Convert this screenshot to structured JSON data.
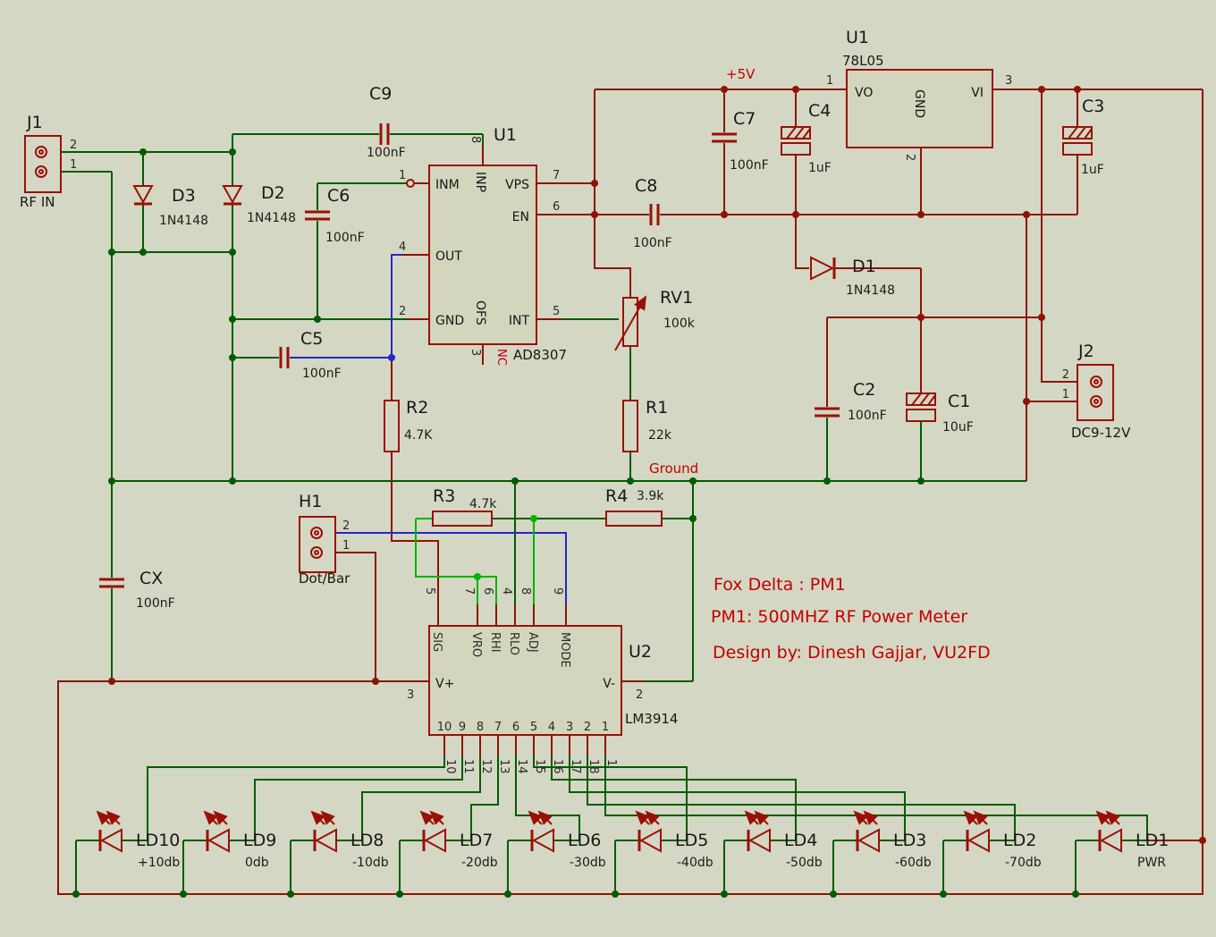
{
  "colors": {
    "background": "#d4d7c3",
    "wire_green": "#005c00",
    "wire_red": "#8e1305",
    "wire_blue": "#2626c9",
    "wire_bright_green": "#00b400",
    "component_red": "#9a1006",
    "text_black": "#181818",
    "text_red": "#c10000"
  },
  "t": {
    "plus5v": "+5V",
    "ground": "Ground",
    "title1": "Fox Delta :  PM1",
    "title2": "PM1: 500MHZ RF Power Meter",
    "title3": "Design by: Dinesh Gajjar, VU2FD"
  },
  "c": {
    "j1": {
      "ref": "J1",
      "sub": "RF IN",
      "p1": "1",
      "p2": "2"
    },
    "j2": {
      "ref": "J2",
      "sub": "DC9-12V",
      "p1": "1",
      "p2": "2"
    },
    "h1": {
      "ref": "H1",
      "sub": "Dot/Bar",
      "p1": "1",
      "p2": "2"
    },
    "d1": {
      "ref": "D1",
      "val": "1N4148"
    },
    "d2": {
      "ref": "D2",
      "val": "1N4148"
    },
    "d3": {
      "ref": "D3",
      "val": "1N4148"
    },
    "c1": {
      "ref": "C1",
      "val": "10uF"
    },
    "c2": {
      "ref": "C2",
      "val": "100nF"
    },
    "c3": {
      "ref": "C3",
      "val": "1uF"
    },
    "c4": {
      "ref": "C4",
      "val": "1uF"
    },
    "c5": {
      "ref": "C5",
      "val": "100nF"
    },
    "c6": {
      "ref": "C6",
      "val": "100nF"
    },
    "c7": {
      "ref": "C7",
      "val": "100nF"
    },
    "c8": {
      "ref": "C8",
      "val": "100nF"
    },
    "c9": {
      "ref": "C9",
      "val": "100nF"
    },
    "cx": {
      "ref": "CX",
      "val": "100nF"
    },
    "r1": {
      "ref": "R1",
      "val": "22k"
    },
    "r2": {
      "ref": "R2",
      "val": "4.7K"
    },
    "r3": {
      "ref": "R3",
      "val": "4.7k"
    },
    "r4": {
      "ref": "R4",
      "val": "3.9k"
    },
    "rv1": {
      "ref": "RV1",
      "val": "100k"
    }
  },
  "u8307": {
    "ref": "U1",
    "part": "AD8307",
    "nc": "NC",
    "n1": "1",
    "n2": "2",
    "n3": "3",
    "n4": "4",
    "n5": "5",
    "n6": "6",
    "n7": "7",
    "n8": "8",
    "inm": "INM",
    "inp": "INP",
    "vps": "VPS",
    "en": "EN",
    "out": "OUT",
    "gnd": "GND",
    "ofs": "OFS",
    "int": "INT"
  },
  "u78": {
    "ref": "U1",
    "part": "78L05",
    "n1": "1",
    "n2": "2",
    "n3": "3",
    "vo": "VO",
    "vi": "VI",
    "gnd": "GND"
  },
  "u2": {
    "ref": "U2",
    "part": "LM3914",
    "n2": "2",
    "n3": "3",
    "vplus": "V+",
    "vminus": "V-",
    "top_nums": [
      "5",
      "7",
      "6",
      "4",
      "8",
      "9"
    ],
    "top_names": [
      "SIG",
      "VRO",
      "RHI",
      "RLO",
      "ADJ",
      "MODE"
    ],
    "bot_inner": [
      "10",
      "9",
      "8",
      "7",
      "6",
      "5",
      "4",
      "3",
      "2",
      "1"
    ],
    "bot_nums": [
      "10",
      "11",
      "12",
      "13",
      "14",
      "15",
      "16",
      "17",
      "18",
      "1"
    ]
  },
  "leds": [
    {
      "ref": "LD10",
      "val": "+10db"
    },
    {
      "ref": "LD9",
      "val": "0db"
    },
    {
      "ref": "LD8",
      "val": "-10db"
    },
    {
      "ref": "LD7",
      "val": "-20db"
    },
    {
      "ref": "LD6",
      "val": "-30db"
    },
    {
      "ref": "LD5",
      "val": "-40db"
    },
    {
      "ref": "LD4",
      "val": "-50db"
    },
    {
      "ref": "LD3",
      "val": "-60db"
    },
    {
      "ref": "LD2",
      "val": "-70db"
    },
    {
      "ref": "LD1",
      "val": "PWR"
    }
  ]
}
